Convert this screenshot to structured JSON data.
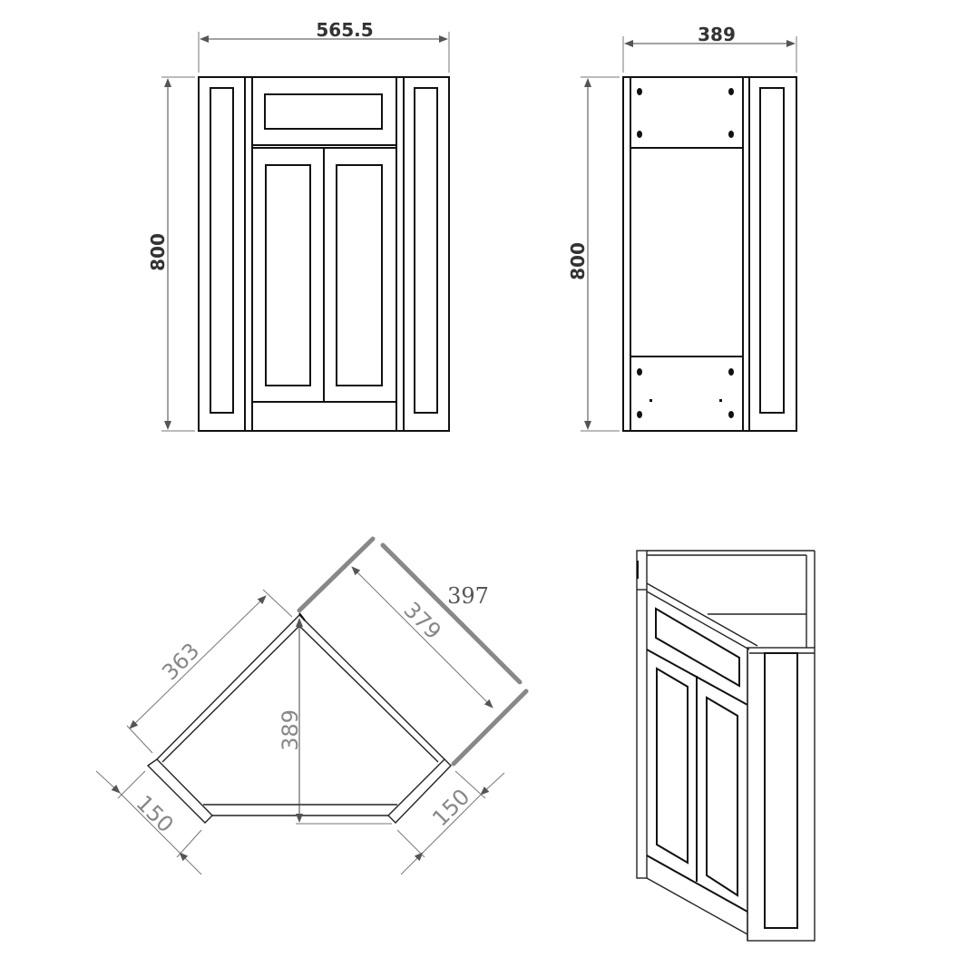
{
  "front_view": {
    "width_label": "565.5",
    "height_label": "800"
  },
  "side_view": {
    "depth_label": "389",
    "height_label": "800"
  },
  "plan_view": {
    "side_label": "363",
    "diagonal_inner_label": "379",
    "diagonal_outer_label": "397",
    "depth_label": "389",
    "return_left_label": "150",
    "return_right_label": "150"
  },
  "colors": {
    "line": "#111111",
    "dimension": "#777777"
  }
}
